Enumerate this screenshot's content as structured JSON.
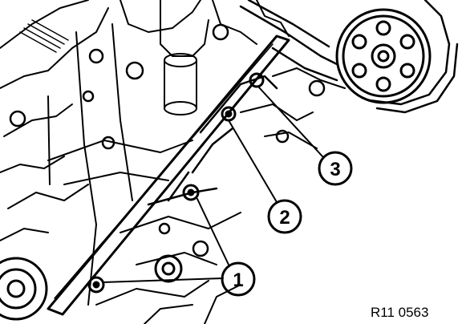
{
  "figure": {
    "reference": "R11 0563"
  },
  "callouts": [
    {
      "number": "1"
    },
    {
      "number": "2"
    },
    {
      "number": "3"
    }
  ]
}
